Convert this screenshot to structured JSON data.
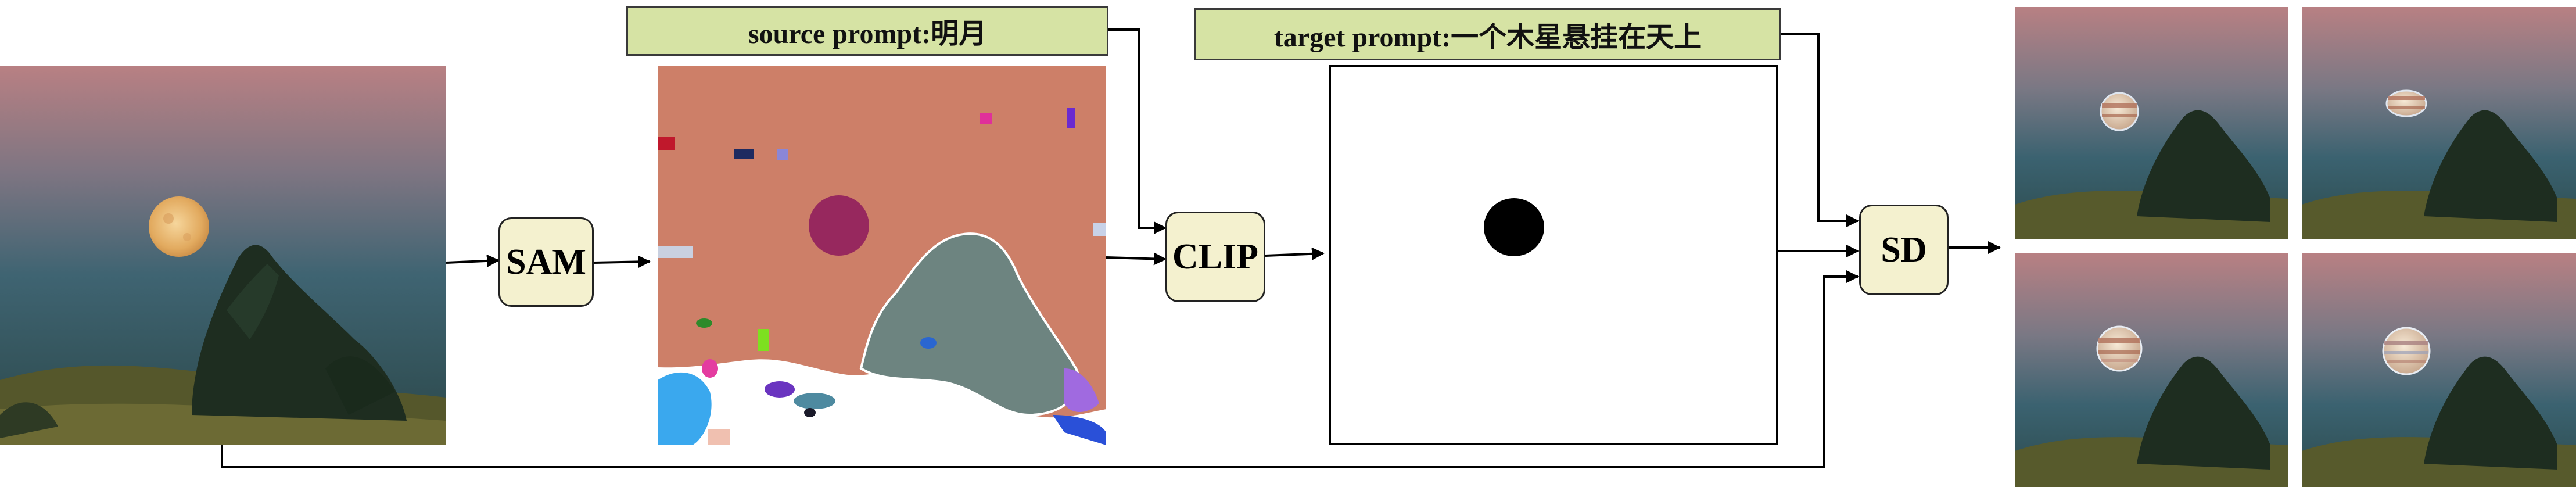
{
  "prompts": {
    "source_label": "source prompt:明月",
    "target_label": "target prompt:一个木星悬挂在天上"
  },
  "nodes": {
    "sam": "SAM",
    "clip": "CLIP",
    "sd": "SD"
  },
  "colors": {
    "prompt_fill": "#d6e3a4",
    "node_fill": "#f4f1cf",
    "segment_background": "#cd7f68",
    "segment_large_region": "#6d8480",
    "segment_circle": "#97285e",
    "mask_object": "#000000",
    "sky_top": "#b78082",
    "sky_bottom": "#2d4d52"
  },
  "icons": {
    "input_image": "moon-landscape-photo",
    "segmentation": "sam-segmentation-map",
    "mask": "binary-mask",
    "outputs": "jupiter-landscape-photo"
  }
}
